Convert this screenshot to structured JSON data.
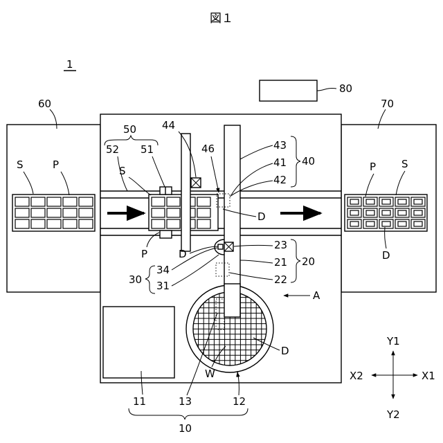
{
  "figure_title": "図１",
  "labels": {
    "device": "1",
    "controller": "80",
    "supply_unit": "60",
    "storage_unit": "70",
    "conveyor": "50",
    "conveyor_rail": "52",
    "conveyor_stage": "51",
    "substrate_s_left": "S",
    "substrate_s_mid": "S",
    "substrate_s_right": "S",
    "pallet_p_left": "P",
    "pallet_p_mid": "P",
    "pallet_p_right": "P",
    "head_unit": "40",
    "rail_43": "43",
    "pick_head_41": "41",
    "camera_42": "42",
    "head_44": "44",
    "camera_46": "46",
    "die_d_1": "D",
    "die_d_2": "D",
    "die_d_3": "D",
    "die_d_4": "D",
    "pickup_unit": "20",
    "item_23": "23",
    "item_21": "21",
    "item_22": "22",
    "stage_unit": "30",
    "item_34": "34",
    "item_31": "31",
    "direction_a": "A",
    "wafer": "W",
    "wafer_supply": "10",
    "item_11": "11",
    "item_12": "12",
    "item_13": "13",
    "axis_y1": "Y1",
    "axis_y2": "Y2",
    "axis_x1": "X1",
    "axis_x2": "X2"
  }
}
